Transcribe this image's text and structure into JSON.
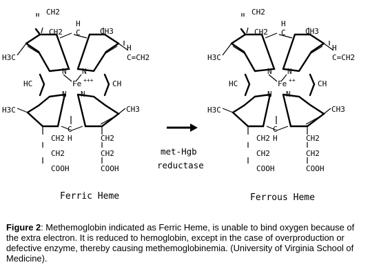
{
  "groups": {
    "ch2_vinyl": "CH2",
    "ch2": "CH2",
    "ch3": "CH3",
    "h3c": "H3C",
    "h": "H",
    "c": "C",
    "hc": "HC",
    "ch": "CH",
    "n": "N",
    "vinyl_right": "C=CH2",
    "cooh": "COOH",
    "fe": "Fe"
  },
  "left_structure": {
    "iron_charge": "+++",
    "name": "Ferric Heme"
  },
  "right_structure": {
    "iron_charge": "++",
    "name": "Ferrous Heme"
  },
  "reaction": {
    "enzyme_line1": "met-Hgb",
    "enzyme_line2": "reductase"
  },
  "caption": {
    "label": "Figure 2",
    "text": ": Methemoglobin indicated as Ferric Heme, is unable to bind oxygen because of the extra electron. It is reduced to hemoglobin, except in the case of overproduction or defective enzyme, thereby causing methemoglobinemia. (University of Virginia School of Medicine)."
  }
}
